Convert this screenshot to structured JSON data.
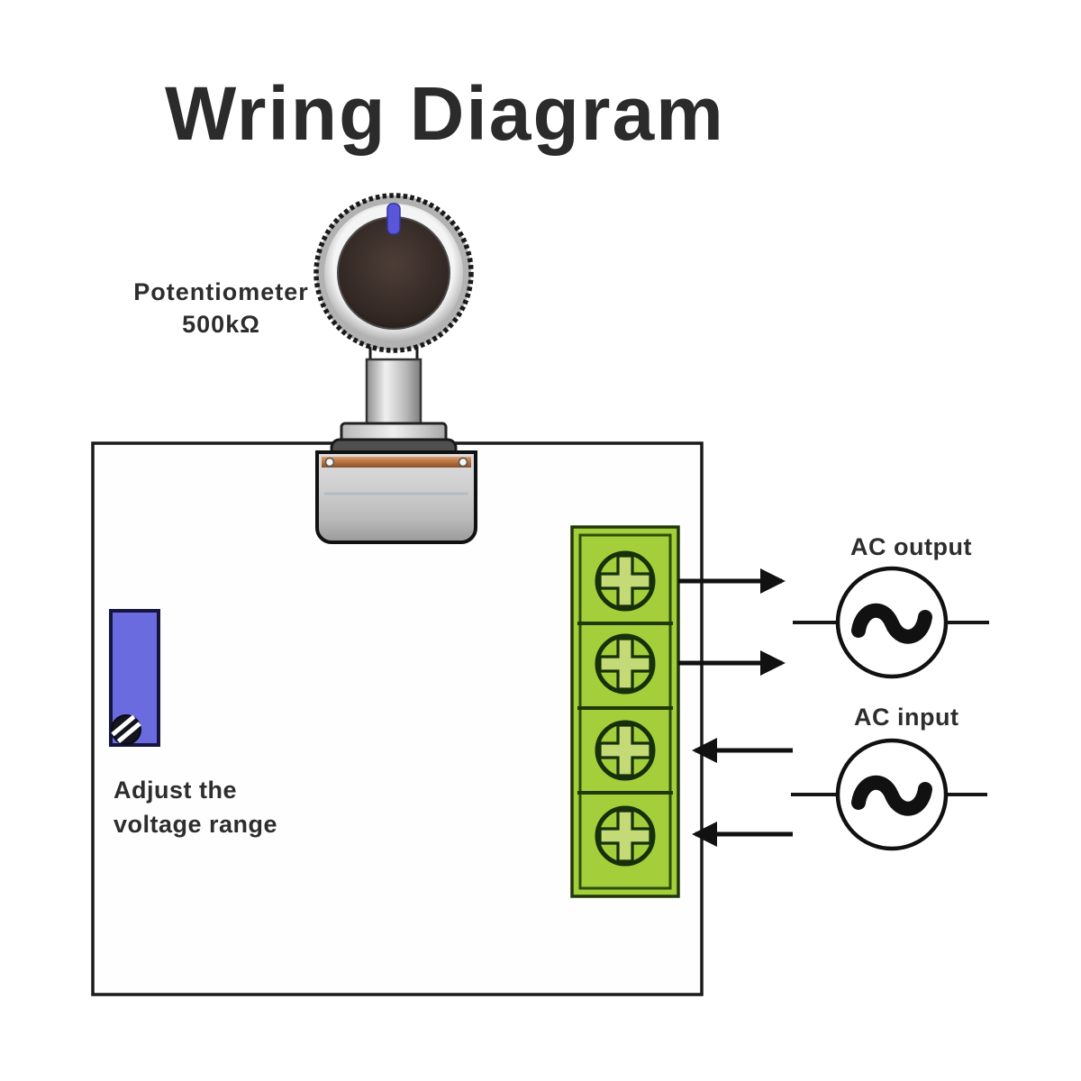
{
  "title": "Wring Diagram",
  "labels": {
    "potentiometer": {
      "line1": "Potentiometer",
      "line2": "500kΩ"
    },
    "trimmer": {
      "line1": "Adjust the",
      "line2": "voltage range"
    },
    "ac_output": "AC output",
    "ac_input": "AC input"
  },
  "diagram": {
    "terminal_count": 4,
    "ac_output_terminals": [
      1,
      2
    ],
    "ac_input_terminals": [
      3,
      4
    ],
    "potentiometer_value": "500kΩ"
  },
  "colors": {
    "terminal_green": "#a4cf3a",
    "terminal_dark": "#20380a",
    "trimmer_blue": "#6b6be0",
    "copper": "#b5713f",
    "knob_mark_blue": "#5757d8",
    "line_black": "#1a1a1a"
  }
}
